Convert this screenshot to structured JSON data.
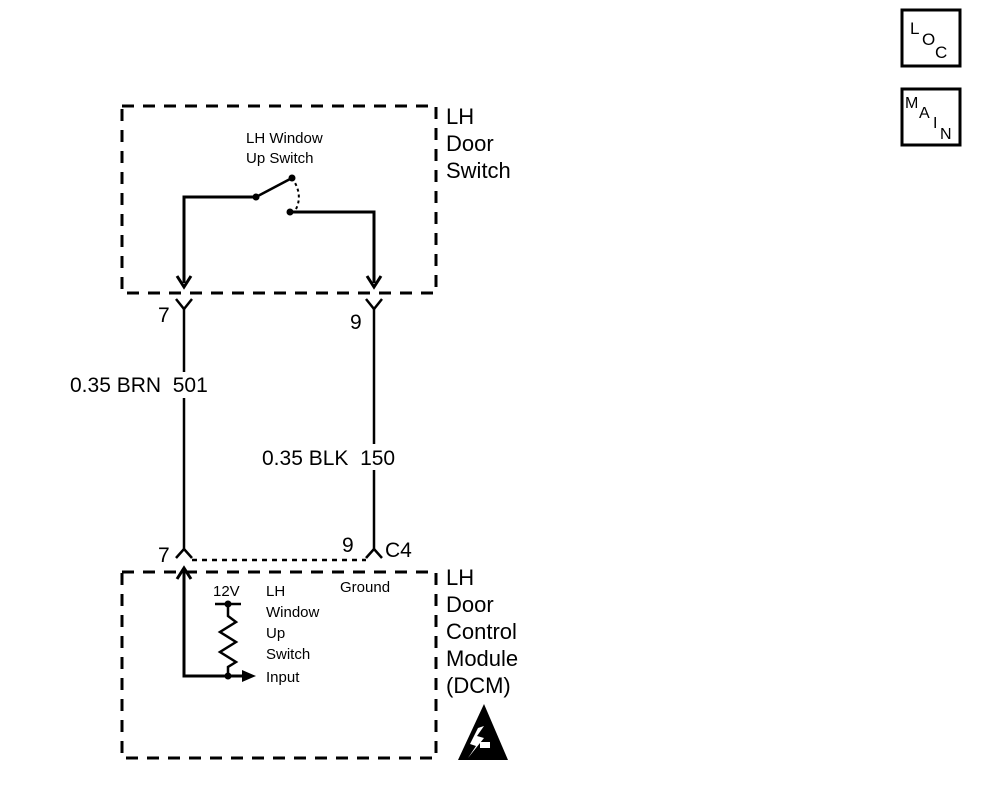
{
  "nav": {
    "loc": {
      "l1": "L",
      "l2": "O",
      "l3": "C"
    },
    "main": {
      "l1": "M",
      "l2": "A",
      "l3": "I",
      "l4": "N"
    }
  },
  "door_switch": {
    "title": [
      "LH",
      "Door",
      "Switch"
    ],
    "switch_label": [
      "LH Window",
      "Up Switch"
    ],
    "pin_left": "7",
    "pin_right": "9"
  },
  "wires": {
    "left": "0.35 BRN  501",
    "right": "0.35 BLK  150"
  },
  "dcm": {
    "pin_left": "7",
    "pin_right": "9",
    "connector": "C4",
    "ground_label": "Ground",
    "voltage": "12V",
    "input_label": [
      "LH",
      "Window",
      "Up",
      "Switch",
      "Input"
    ],
    "title": [
      "LH",
      "Door",
      "Control",
      "Module",
      "(DCM)"
    ]
  },
  "icons": {
    "esd": "esd-warning-icon"
  }
}
